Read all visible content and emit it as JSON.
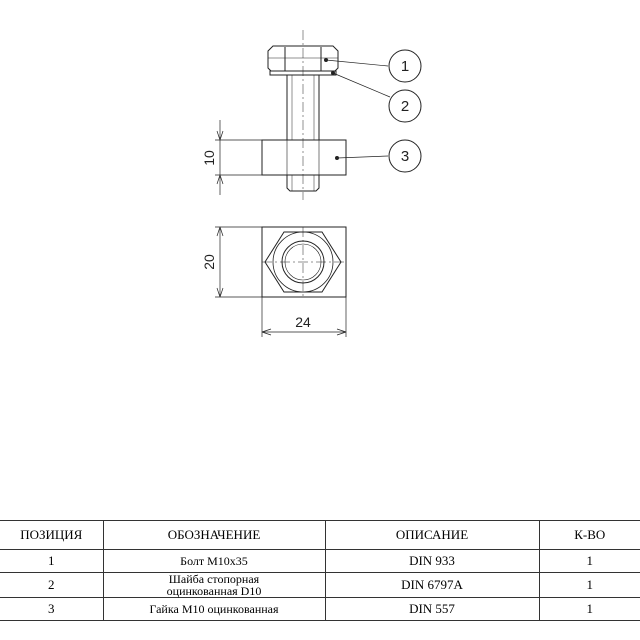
{
  "dimensions": {
    "height_side": "10",
    "height_top": "20",
    "width_top": "24"
  },
  "callouts": [
    "1",
    "2",
    "3"
  ],
  "table": {
    "headers": [
      "ПОЗИЦИЯ",
      "ОБОЗНАЧЕНИЕ",
      "ОПИСАНИЕ",
      "К-ВО"
    ],
    "rows": [
      {
        "pos": "1",
        "name": "Болт М10х35",
        "name2": "",
        "desc": "DIN 933",
        "qty": "1"
      },
      {
        "pos": "2",
        "name": "Шайба стопорная",
        "name2": "оцинкованная D10",
        "desc": "DIN 6797A",
        "qty": "1"
      },
      {
        "pos": "3",
        "name": "Гайка М10 оцинкованная",
        "name2": "",
        "desc": "DIN 557",
        "qty": "1"
      }
    ]
  }
}
